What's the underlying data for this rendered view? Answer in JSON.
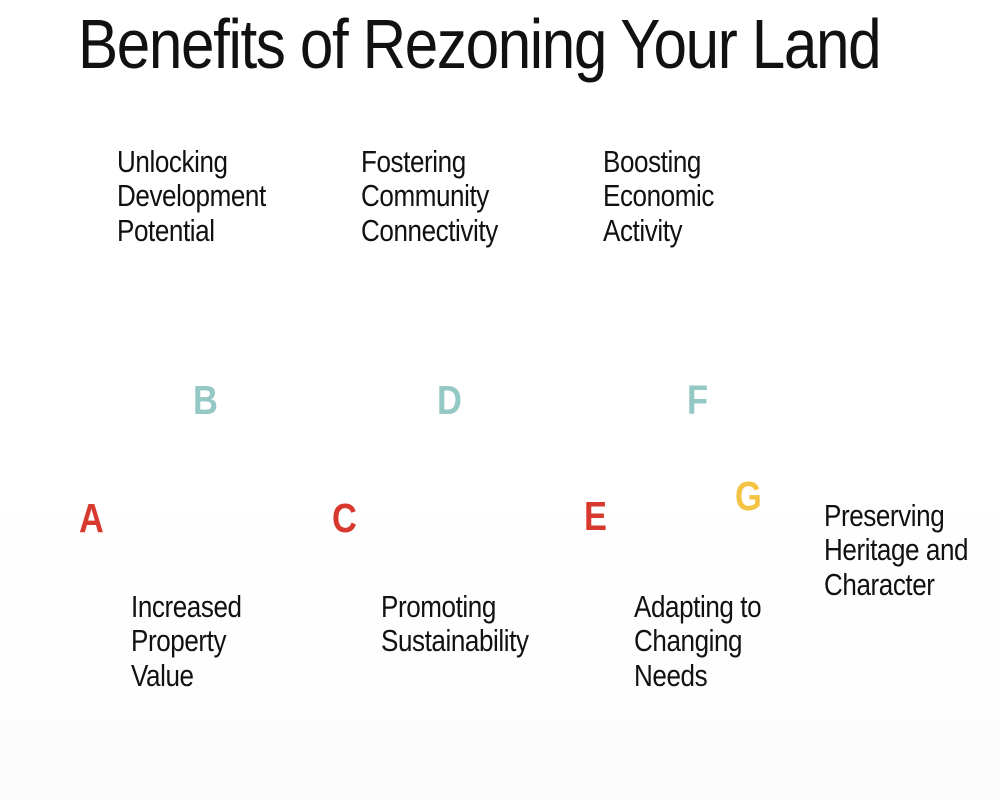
{
  "title": "Benefits of Rezoning Your Land",
  "colors": {
    "red": "#d7392f",
    "teal": "#93c8c4",
    "yellow": "#f4c343"
  },
  "items": [
    {
      "letter": "A",
      "label": "Increased\nProperty\nValue",
      "color": "red"
    },
    {
      "letter": "B",
      "label": "Unlocking\nDevelopment\nPotential",
      "color": "teal"
    },
    {
      "letter": "C",
      "label": "Promoting\nSustainability",
      "color": "red"
    },
    {
      "letter": "D",
      "label": "Fostering\nCommunity\nConnectivity",
      "color": "teal"
    },
    {
      "letter": "E",
      "label": "Adapting to\nChanging\nNeeds",
      "color": "red"
    },
    {
      "letter": "F",
      "label": "Boosting\nEconomic\nActivity",
      "color": "teal"
    },
    {
      "letter": "G",
      "label": "Preserving\nHeritage and\nCharacter",
      "color": "yellow"
    }
  ]
}
